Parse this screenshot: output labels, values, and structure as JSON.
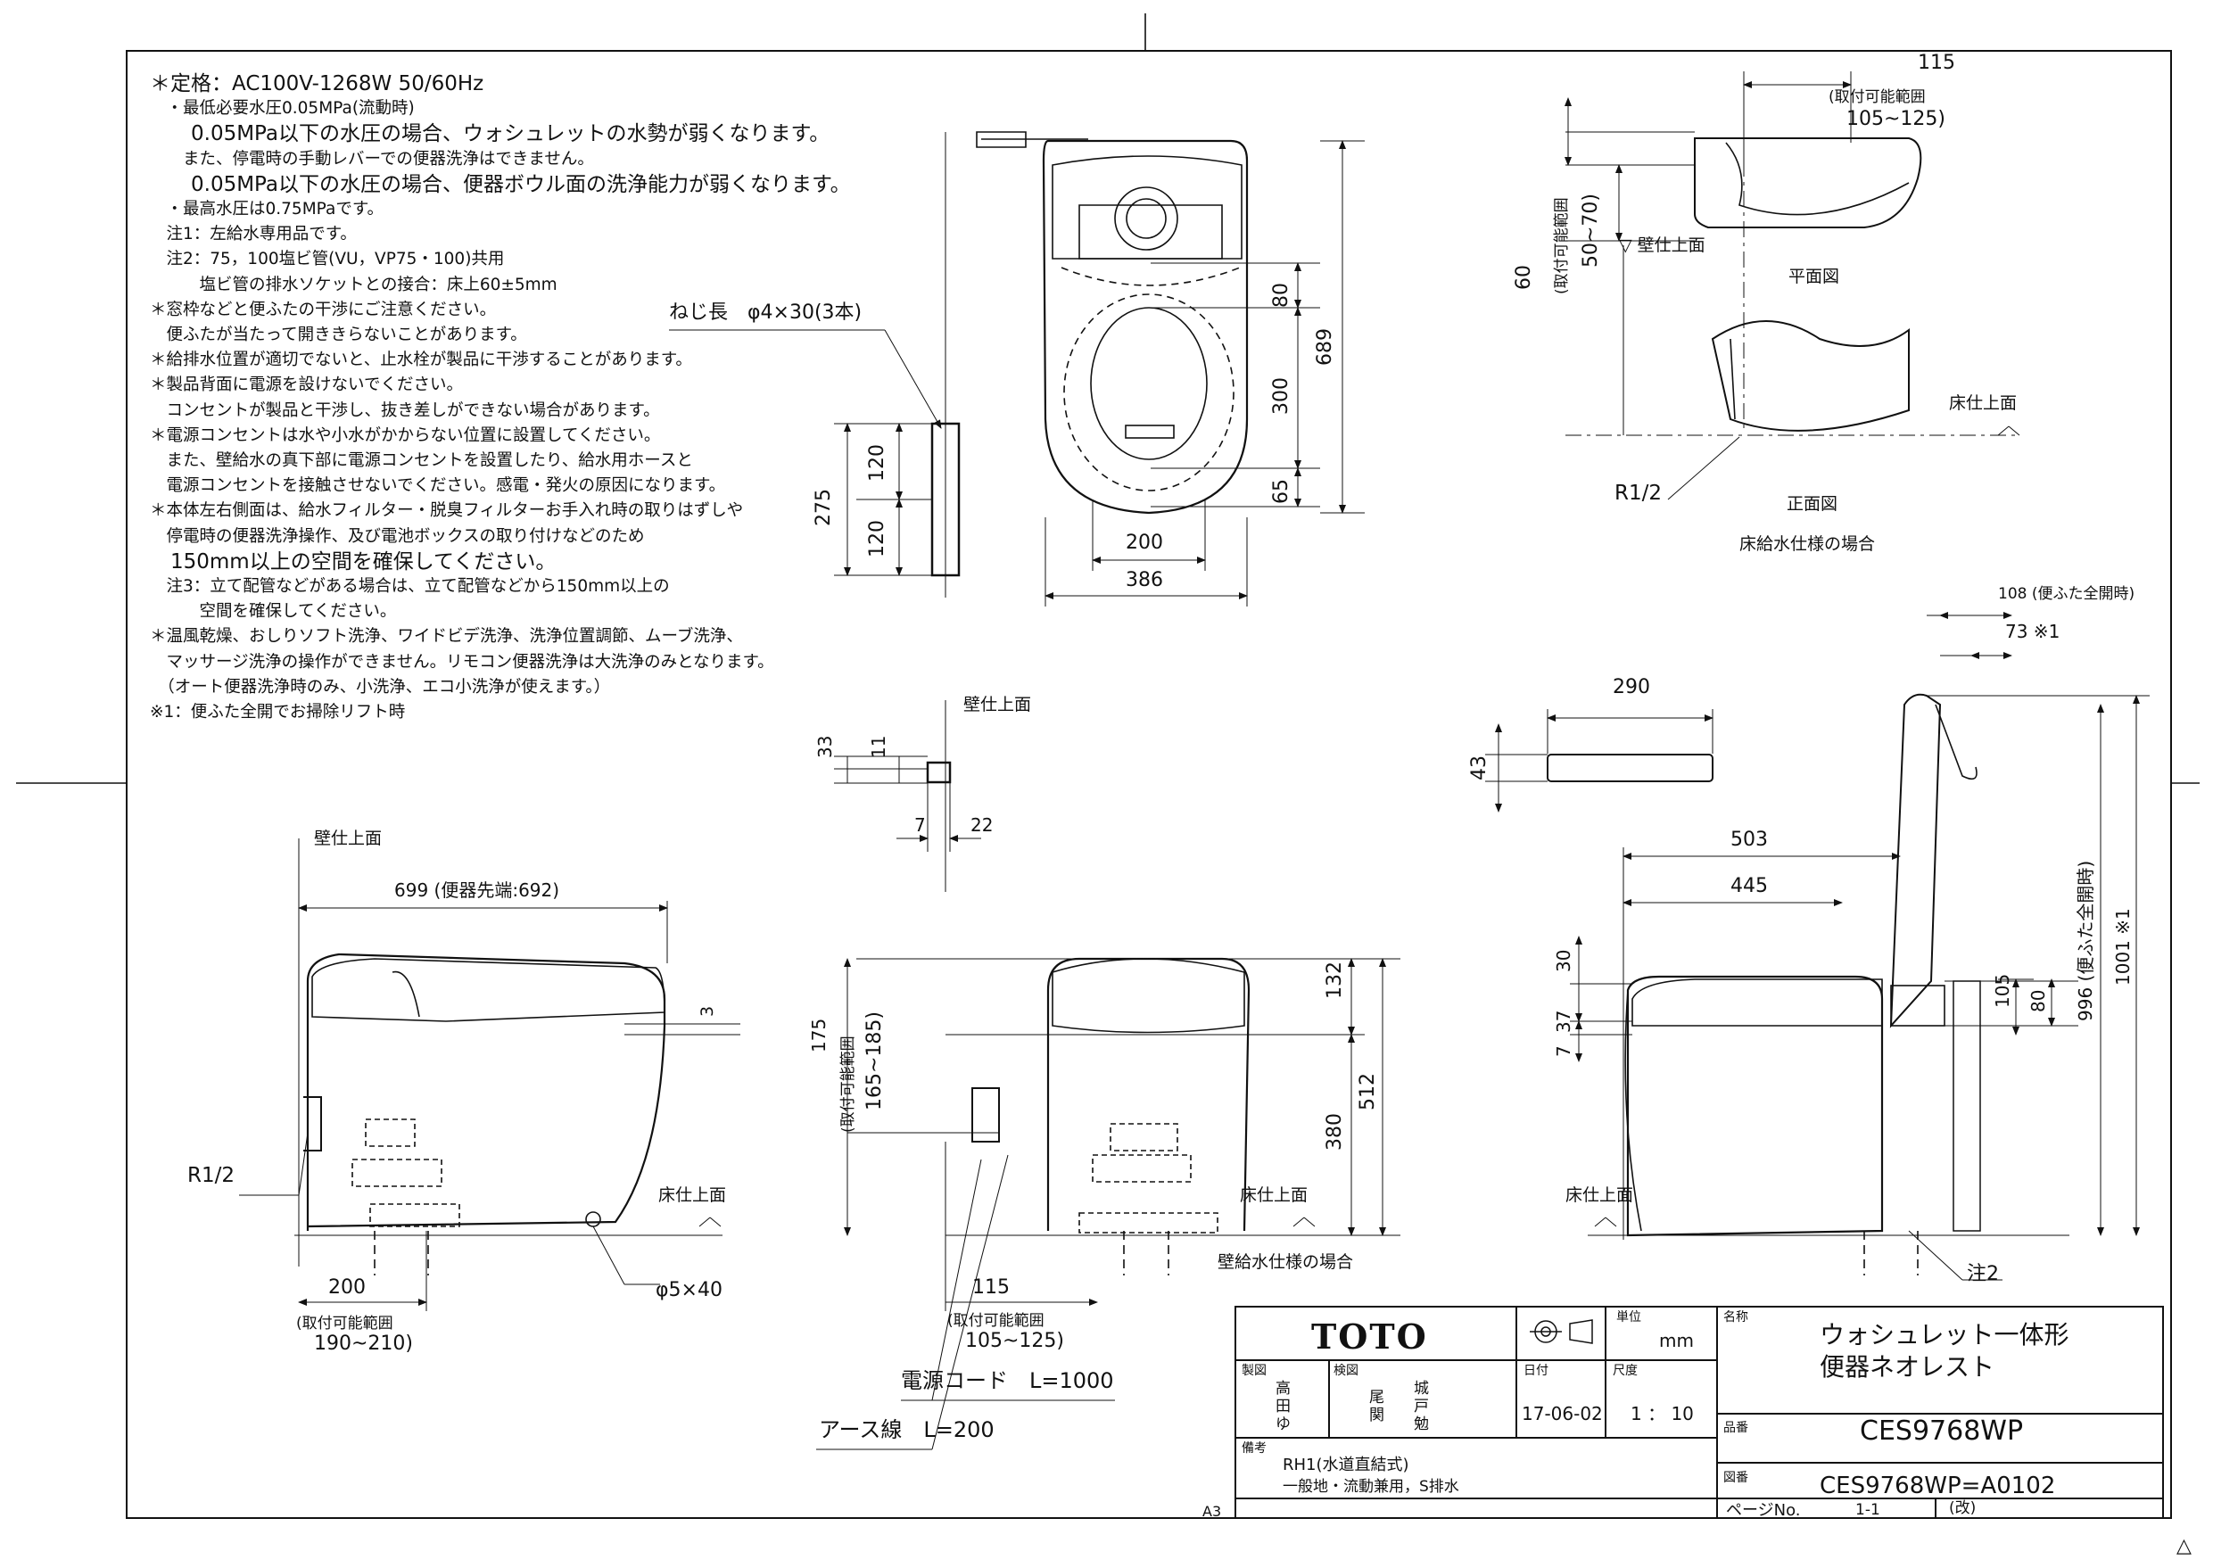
{
  "notes": [
    {
      "text": "＊定格：AC100V-1268W 50/60Hz",
      "big": true
    },
    {
      "text": "　・最低必要水圧0.05MPa(流動時)",
      "big": false
    },
    {
      "text": "　　0.05MPa以下の水圧の場合、ウォシュレットの水勢が弱くなります。",
      "big": true
    },
    {
      "text": "　　また、停電時の手動レバーでの便器洗浄はできません。",
      "big": false
    },
    {
      "text": "　　0.05MPa以下の水圧の場合、便器ボウル面の洗浄能力が弱くなります。",
      "big": true
    },
    {
      "text": "　・最高水圧は0.75MPaです。",
      "big": false
    },
    {
      "text": "　注1：左給水専用品です。",
      "big": false
    },
    {
      "text": "　注2：75，100塩ビ管(VU，VP75・100)共用",
      "big": false
    },
    {
      "text": "　　　塩ビ管の排水ソケットとの接合：床上60±5mm",
      "big": false
    },
    {
      "text": "＊窓枠などと便ふたの干渉にご注意ください。",
      "big": false
    },
    {
      "text": "　便ふたが当たって開ききらないことがあります。",
      "big": false
    },
    {
      "text": "＊給排水位置が適切でないと、止水栓が製品に干渉することがあります。",
      "big": false
    },
    {
      "text": "＊製品背面に電源を設けないでください。",
      "big": false
    },
    {
      "text": "　コンセントが製品と干渉し、抜き差しができない場合があります。",
      "big": false
    },
    {
      "text": "＊電源コンセントは水や小水がかからない位置に設置してください。",
      "big": false
    },
    {
      "text": "　また、壁給水の真下部に電源コンセントを設置したり、給水用ホースと",
      "big": false
    },
    {
      "text": "　電源コンセントを接触させないでください。感電・発火の原因になります。",
      "big": false
    },
    {
      "text": "＊本体左右側面は、給水フィルター・脱臭フィルターお手入れ時の取りはずしや",
      "big": false
    },
    {
      "text": "　停電時の便器洗浄操作、及び電池ボックスの取り付けなどのため",
      "big": false
    },
    {
      "text": "　150mm以上の空間を確保してください。",
      "big": true
    },
    {
      "text": "　注3：立て配管などがある場合は、立て配管などから150mm以上の",
      "big": false
    },
    {
      "text": "　　　空間を確保してください。",
      "big": false
    },
    {
      "text": "＊温風乾燥、おしりソフト洗浄、ワイドビデ洗浄、洗浄位置調節、ムーブ洗浄、",
      "big": false
    },
    {
      "text": "　マッサージ洗浄の操作ができません。リモコン便器洗浄は大洗浄のみとなります。",
      "big": false
    },
    {
      "text": "　（オート便器洗浄時のみ、小洗浄、エコ小洗浄が使えます。）",
      "big": false
    },
    {
      "text": "※1：便ふた全開でお掃除リフト時",
      "big": false
    }
  ],
  "dims": {
    "d115_top": "115",
    "range_top": "(取付可能範囲",
    "range_top_v": "105~125)",
    "d60": "60",
    "range_left": "(取付可能範囲",
    "range_left_v": "50~70)",
    "wall_top": "▽ 壁仕上面",
    "plan": "平面図",
    "floor_tr": "床仕上面",
    "r12": "R1/2",
    "front": "正面図",
    "floor_supply": "床給水仕様の場合",
    "screw": "ねじ長　φ4×30(3本)",
    "d275": "275",
    "d120a": "120",
    "d120b": "120",
    "d80_plan": "80",
    "d300": "300",
    "d65": "65",
    "d689": "689",
    "d200_plan": "200",
    "d386": "386",
    "d108": "108 (便ふた全開時)",
    "d73": "73 ※1",
    "wall_mid": "壁仕上面",
    "d33": "33",
    "d11": "11",
    "d7": "7",
    "d22": "22",
    "d290": "290",
    "d43": "43",
    "wall_left": "壁仕上面",
    "d699": "699 (便器先端:692)",
    "d3": "3",
    "r12_left": "R1/2",
    "floor_left": "床仕上面",
    "d200_left": "200",
    "range_l": "(取付可能範囲",
    "range_l_v": "190~210)",
    "phi540": "φ5×40",
    "d175": "175",
    "range_m": "(取付可能範囲",
    "range_m_v": "165~185)",
    "d132": "132",
    "d512": "512",
    "d380": "380",
    "floor_mid": "床仕上面",
    "wall_supply": "壁給水仕様の場合",
    "d115_mid": "115",
    "range_mid": "(取付可能範囲",
    "range_mid_v": "105~125)",
    "cord": "電源コード　L=1000",
    "earth": "アース線　L=200",
    "d503": "503",
    "d445": "445",
    "d30": "30",
    "d37": "37",
    "d7b": "7",
    "d80_side": "80",
    "d105": "105",
    "d996": "996 (便ふた全開時)",
    "d1001": "1001 ※1",
    "floor_right": "床仕上面",
    "note2": "注2"
  },
  "titleblock": {
    "brand": "TOTO",
    "unit_label": "単位",
    "unit": "mm",
    "name_label": "名称",
    "name1": "ウォシュレット一体形",
    "name2": "便器ネオレスト",
    "made_label": "製図",
    "made1": "高",
    "made2": "田",
    "made3": "ゆ",
    "check_label": "検図",
    "check1": "尾",
    "check2": "関",
    "check3": "城",
    "check4": "戸",
    "check5": "勉",
    "date_label": "日付",
    "date": "17-06-02",
    "scale_label": "尺度",
    "scale": "1 ： 10",
    "part_label": "品番",
    "part": "CES9768WP",
    "remark_label": "備考",
    "remark1": "RH1(水道直結式)",
    "remark2": "一般地・流動兼用，S排水",
    "drawing_label": "図番",
    "drawing": "CES9768WP=A0102",
    "paper": "A3",
    "page_label": "ページNo.",
    "page": "1-1",
    "rev": "(改)"
  }
}
